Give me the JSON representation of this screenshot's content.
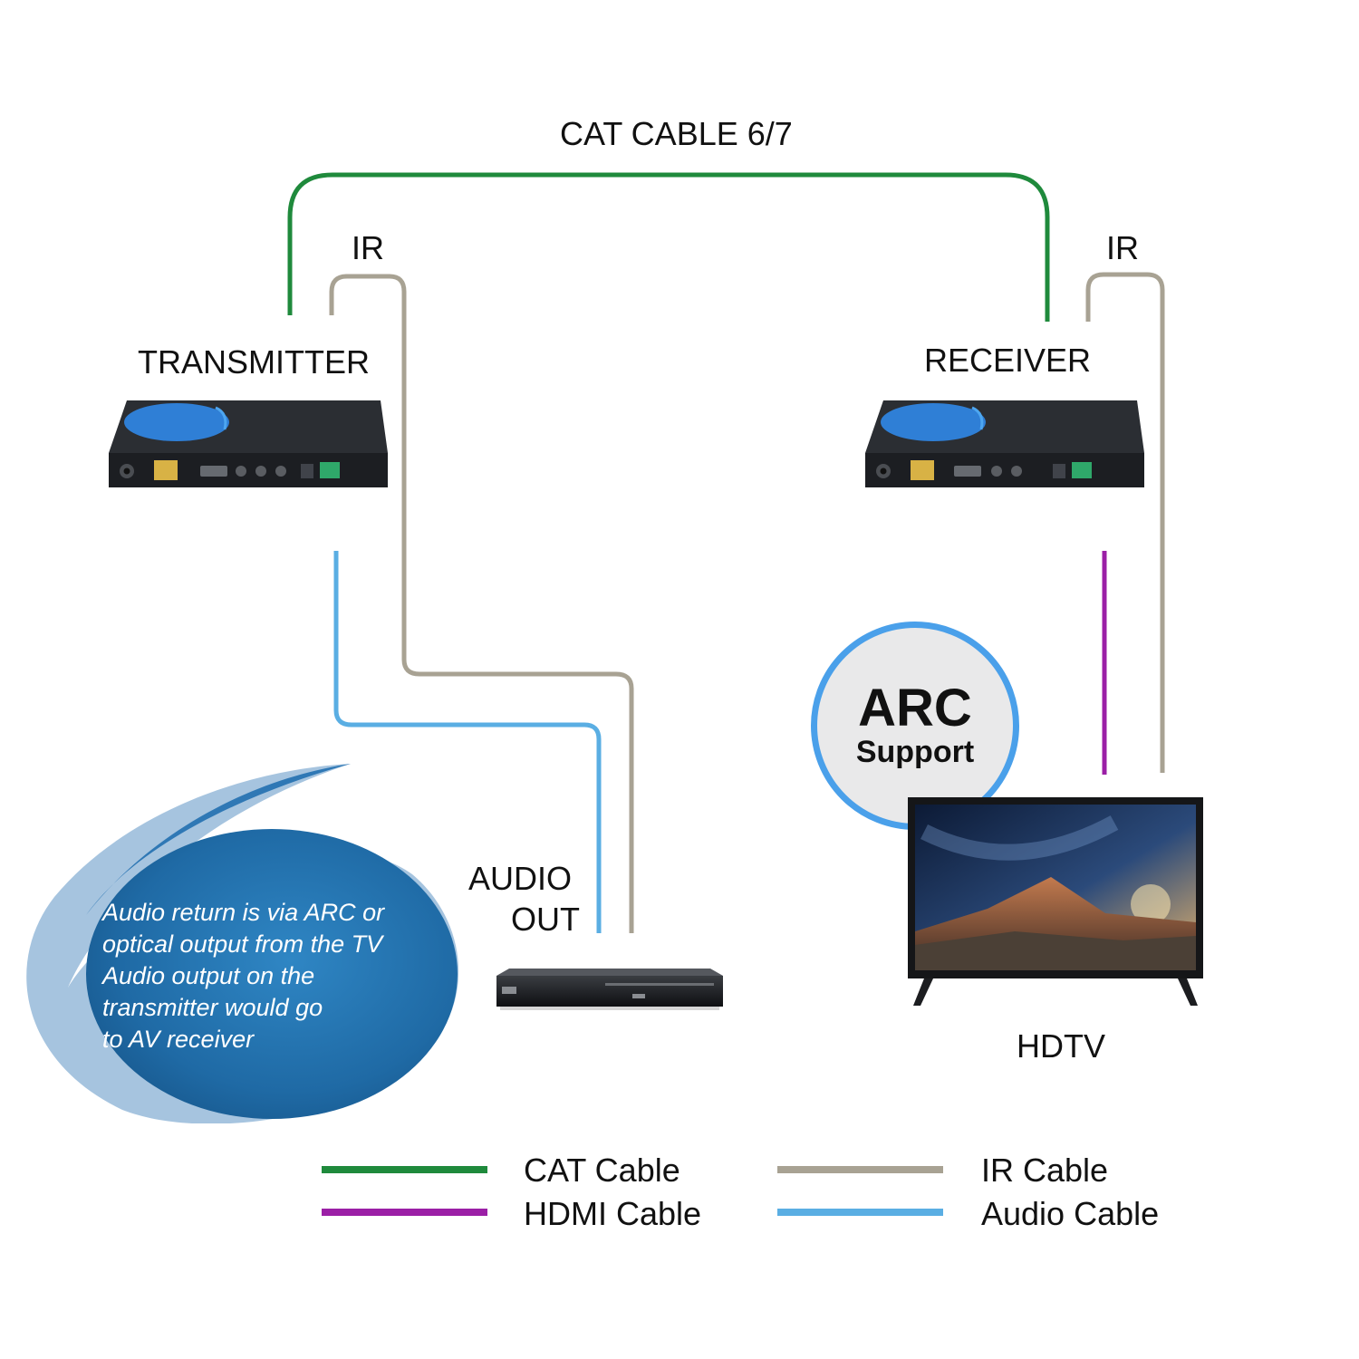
{
  "labels": {
    "cat_cable": "CAT CABLE 6/7",
    "ir_left": "IR",
    "ir_right": "IR",
    "transmitter": "TRANSMITTER",
    "receiver": "RECEIVER",
    "audio_out_line1": "AUDIO",
    "audio_out_line2": "OUT",
    "hdtv": "HDTV"
  },
  "arc_badge": {
    "title": "ARC",
    "subtitle": "Support"
  },
  "note": {
    "lines": [
      "Audio return is via ARC or",
      "optical output from the TV",
      "Audio output on the",
      "transmitter would go",
      "to AV receiver"
    ]
  },
  "legend": [
    {
      "label": "CAT Cable",
      "color": "#1f8a3c"
    },
    {
      "label": "HDMI Cable",
      "color": "#9b1fa6"
    },
    {
      "label": "IR Cable",
      "color": "#a8a293"
    },
    {
      "label": "Audio Cable",
      "color": "#5aaee3"
    }
  ],
  "colors": {
    "cat": "#1f8a3c",
    "hdmi": "#9b1fa6",
    "ir": "#a8a293",
    "audio": "#5aaee3",
    "arc_ring": "#4aa0ea",
    "note_blob": "#1f6aa5"
  },
  "icons": {
    "transmitter": "hdbaset-transmitter-icon",
    "receiver": "hdbaset-receiver-icon",
    "player": "dvd-player-icon",
    "tv": "hdtv-icon"
  }
}
